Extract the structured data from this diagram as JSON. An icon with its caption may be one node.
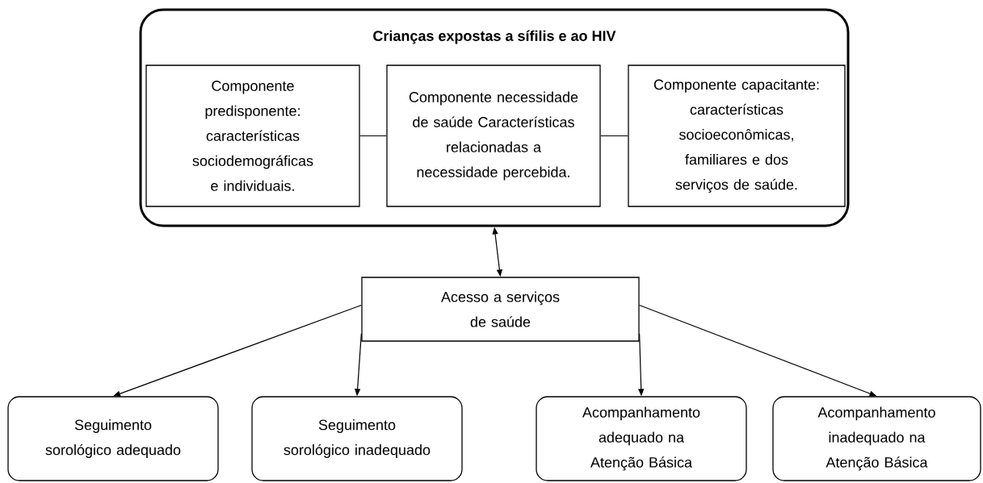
{
  "diagram": {
    "nodes": [
      {
        "text": [
          "Crianças expostas a sífilis e ao HIV"
        ]
      },
      {
        "text": [
          "Componente predisponente: características sociodemográficas e individuais."
        ],
        "in": 0
      },
      {
        "text": [
          "Componente necessidade de saúde Características relacionadas a necessidade percebida."
        ],
        "in": 0
      },
      {
        "text": [
          "Componente capacitante: características socioeconômicas, familiares e dos serviços de saúde."
        ],
        "in": 0
      },
      {
        "text": [
          "Acesso a serviços de saúde"
        ]
      },
      {
        "text": [
          "Seguimento sorológico adequado"
        ]
      },
      {
        "text": [
          "Seguimento sorológico inadequado"
        ]
      },
      {
        "text": [
          "Acompanhamento adequado na Atenção Básica"
        ]
      },
      {
        "text": [
          "Acompanhamento inadequado na Atenção Básica"
        ]
      }
    ],
    "edges": [
      {
        "from": 1,
        "to": 2,
        "arrow": "none"
      },
      {
        "from": 2,
        "to": 3,
        "arrow": "none"
      },
      {
        "from": 0,
        "to": 4,
        "arrow": "both"
      },
      {
        "from": 4,
        "to": 5,
        "arrow": "to"
      },
      {
        "from": 4,
        "to": 6,
        "arrow": "to"
      },
      {
        "from": 4,
        "to": 7,
        "arrow": "to"
      },
      {
        "from": 4,
        "to": 8,
        "arrow": "to"
      }
    ]
  }
}
